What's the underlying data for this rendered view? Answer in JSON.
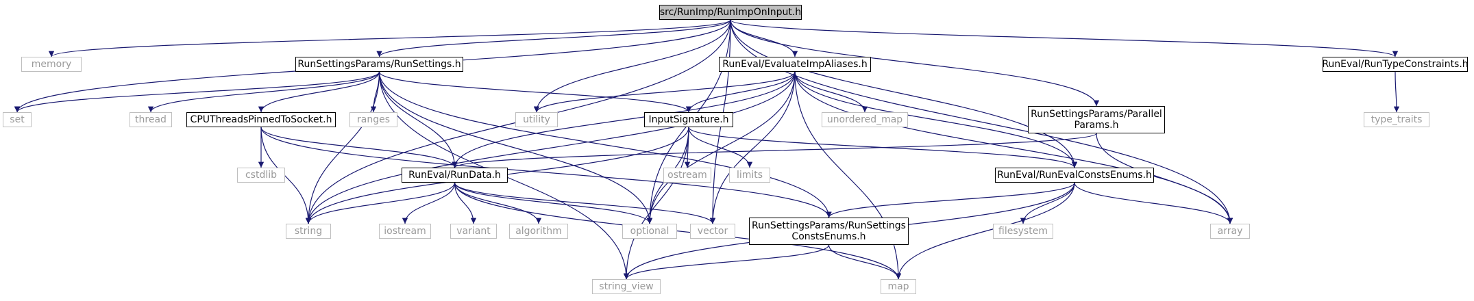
{
  "diagram": {
    "edge_color": "#191970",
    "nodes": {
      "runimponinput": "src/RunImp/RunImpOnInput.h",
      "memory": "memory",
      "runsettings": "RunSettingsParams/RunSettings.h",
      "evaluateimpaliases": "RunEval/EvaluateImpAliases.h",
      "runtypeconstraints": "RunEval/RunTypeConstraints.h",
      "set": "set",
      "thread": "thread",
      "cputhreads": "CPUThreadsPinnedToSocket.h",
      "ranges": "ranges",
      "utility": "utility",
      "inputsignature": "InputSignature.h",
      "unordered_map": "unordered_map",
      "parallelparams_l1": "RunSettingsParams/Parallel",
      "parallelparams_l2": "Params.h",
      "type_traits": "type_traits",
      "cstdlib": "cstdlib",
      "rundata": "RunEval/RunData.h",
      "ostream": "ostream",
      "limits": "limits",
      "runevalconstsenums": "RunEval/RunEvalConstsEnums.h",
      "string": "string",
      "iostream": "iostream",
      "variant": "variant",
      "algorithm": "algorithm",
      "optional": "optional",
      "vector": "vector",
      "runsettingsconstsenums_l1": "RunSettingsParams/RunSettings",
      "runsettingsconstsenums_l2": "ConstsEnums.h",
      "filesystem": "filesystem",
      "array": "array",
      "string_view": "string_view",
      "map": "map"
    },
    "edges": [
      [
        "runimponinput",
        "set"
      ],
      [
        "runimponinput",
        "memory"
      ],
      [
        "runimponinput",
        "runsettings"
      ],
      [
        "runimponinput",
        "string"
      ],
      [
        "runimponinput",
        "optional"
      ],
      [
        "runimponinput",
        "utility"
      ],
      [
        "runimponinput",
        "evaluateimpaliases"
      ],
      [
        "runimponinput",
        "parallelparams"
      ],
      [
        "runimponinput",
        "vector"
      ],
      [
        "runimponinput",
        "runevalconstsenums"
      ],
      [
        "runimponinput",
        "array"
      ],
      [
        "runimponinput",
        "runtypeconstraints"
      ],
      [
        "runsettings",
        "set"
      ],
      [
        "runsettings",
        "thread"
      ],
      [
        "runsettings",
        "cputhreads"
      ],
      [
        "runsettings",
        "ranges"
      ],
      [
        "runsettings",
        "inputsignature"
      ],
      [
        "runsettings",
        "rundata"
      ],
      [
        "runsettings",
        "optional"
      ],
      [
        "runsettings",
        "runsettingsconstsenums"
      ],
      [
        "runsettings",
        "string_view"
      ],
      [
        "runsettings",
        "string"
      ],
      [
        "evaluateimpaliases",
        "utility"
      ],
      [
        "evaluateimpaliases",
        "string"
      ],
      [
        "evaluateimpaliases",
        "inputsignature"
      ],
      [
        "evaluateimpaliases",
        "unordered_map"
      ],
      [
        "evaluateimpaliases",
        "rundata"
      ],
      [
        "evaluateimpaliases",
        "runevalconstsenums"
      ],
      [
        "evaluateimpaliases",
        "optional"
      ],
      [
        "evaluateimpaliases",
        "vector"
      ],
      [
        "evaluateimpaliases",
        "map"
      ],
      [
        "evaluateimpaliases",
        "array"
      ],
      [
        "runtypeconstraints",
        "type_traits"
      ],
      [
        "cputhreads",
        "cstdlib"
      ],
      [
        "cputhreads",
        "rundata"
      ],
      [
        "cputhreads",
        "string"
      ],
      [
        "cputhreads",
        "runsettingsconstsenums"
      ],
      [
        "inputsignature",
        "ostream"
      ],
      [
        "inputsignature",
        "limits"
      ],
      [
        "inputsignature",
        "string"
      ],
      [
        "inputsignature",
        "optional"
      ],
      [
        "inputsignature",
        "runevalconstsenums"
      ],
      [
        "inputsignature",
        "string_view"
      ],
      [
        "parallelparams",
        "rundata"
      ],
      [
        "parallelparams",
        "array"
      ],
      [
        "rundata",
        "string"
      ],
      [
        "rundata",
        "iostream"
      ],
      [
        "rundata",
        "variant"
      ],
      [
        "rundata",
        "algorithm"
      ],
      [
        "rundata",
        "optional"
      ],
      [
        "rundata",
        "vector"
      ],
      [
        "rundata",
        "map"
      ],
      [
        "runevalconstsenums",
        "runsettingsconstsenums"
      ],
      [
        "runevalconstsenums",
        "filesystem"
      ],
      [
        "runevalconstsenums",
        "array"
      ],
      [
        "runevalconstsenums",
        "string_view"
      ],
      [
        "runevalconstsenums",
        "map"
      ],
      [
        "runsettingsconstsenums",
        "string_view"
      ],
      [
        "runsettingsconstsenums",
        "map"
      ]
    ]
  }
}
